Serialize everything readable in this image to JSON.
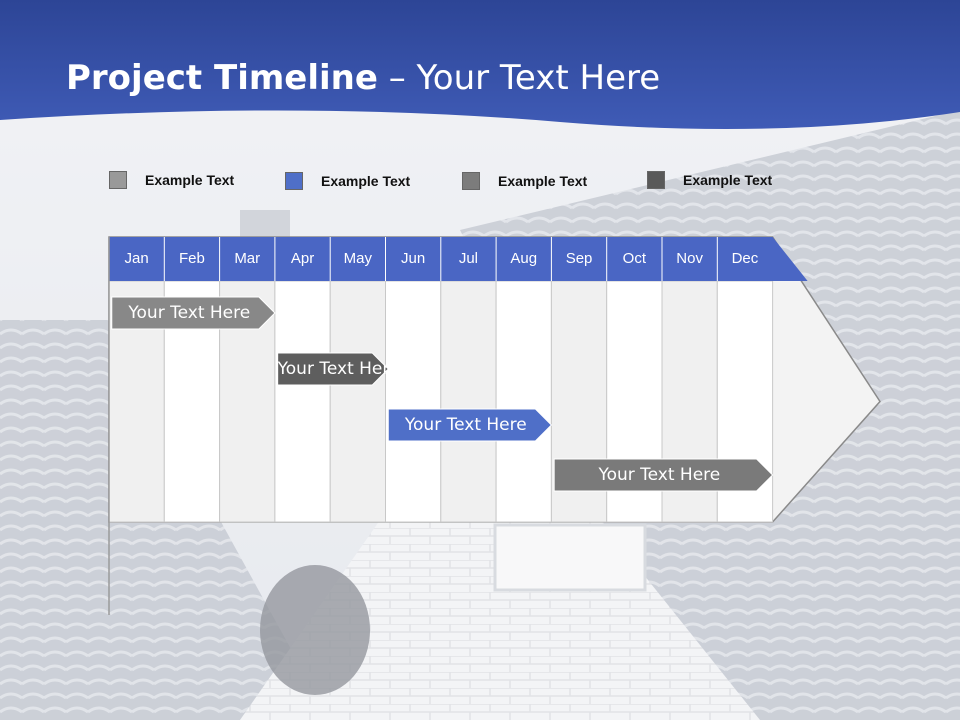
{
  "slide": {
    "title_bold": "Project Timeline",
    "title_rest": " – Your Text Here"
  },
  "legend": [
    {
      "label": "Example Text",
      "color": "#999999"
    },
    {
      "label": "Example Text",
      "color": "#4f6fc8"
    },
    {
      "label": "Example Text",
      "color": "#7c7c7c"
    },
    {
      "label": "Example Text",
      "color": "#595959"
    }
  ],
  "timeline": {
    "months": [
      "Jan",
      "Feb",
      "Mar",
      "Apr",
      "May",
      "Jun",
      "Jul",
      "Aug",
      "Sep",
      "Oct",
      "Nov",
      "Dec"
    ],
    "header_color": "#4a66c4",
    "tasks": [
      {
        "label": "Your  Text Here",
        "start_month": 0.05,
        "end_month": 3.0,
        "color": "#888888"
      },
      {
        "label": "Your  Text Here",
        "start_month": 3.05,
        "end_month": 5.05,
        "color": "#5e5e5e"
      },
      {
        "label": "Your  Text Here",
        "start_month": 5.05,
        "end_month": 8.0,
        "color": "#4f6fc8"
      },
      {
        "label": "Your  Text Here",
        "start_month": 8.05,
        "end_month": 12.0,
        "color": "#7a7a7a"
      }
    ]
  }
}
